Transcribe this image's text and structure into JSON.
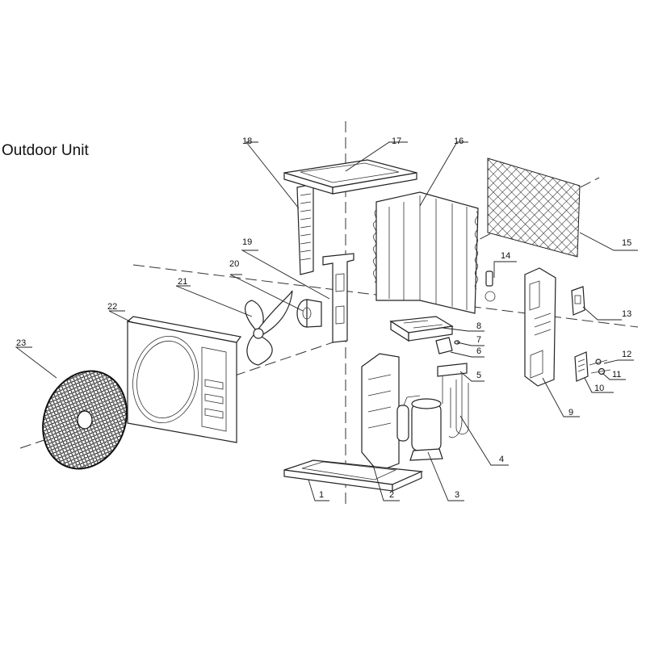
{
  "title": "Outdoor Unit",
  "parts": [
    {
      "number": "1"
    },
    {
      "number": "2"
    },
    {
      "number": "3"
    },
    {
      "number": "4"
    },
    {
      "number": "5"
    },
    {
      "number": "6"
    },
    {
      "number": "7"
    },
    {
      "number": "8"
    },
    {
      "number": "9"
    },
    {
      "number": "10"
    },
    {
      "number": "11"
    },
    {
      "number": "12"
    },
    {
      "number": "13"
    },
    {
      "number": "14"
    },
    {
      "number": "15"
    },
    {
      "number": "16"
    },
    {
      "number": "17"
    },
    {
      "number": "18"
    },
    {
      "number": "19"
    },
    {
      "number": "20"
    },
    {
      "number": "21"
    },
    {
      "number": "22"
    },
    {
      "number": "23"
    }
  ]
}
